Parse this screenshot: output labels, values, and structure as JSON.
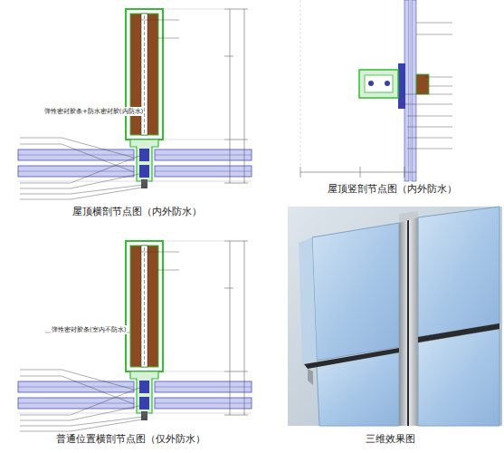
{
  "diagram": {
    "labels": [
      "屋顶横剖节点图（内外防水）",
      "屋顶竖剖节点图（内外防水）",
      "普通位置横剖节点图（仅外防水）",
      "三维效果图",
      "弹性密封胶条+防水密封胶(内防水)",
      "弹性密封胶条(室内不防水)"
    ]
  }
}
